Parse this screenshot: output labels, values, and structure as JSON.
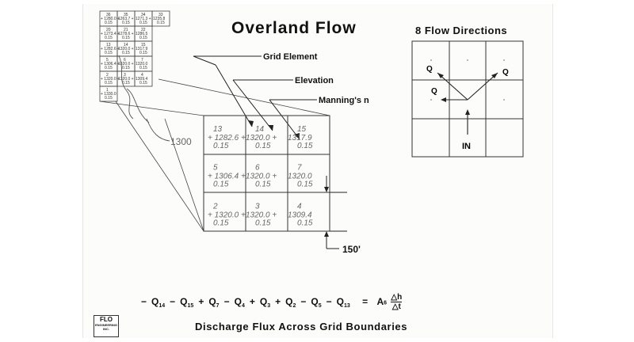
{
  "title": "Overland Flow",
  "flow_directions": {
    "title": "8 Flow Directions",
    "q_label": "Q",
    "in_label": "IN"
  },
  "labels": {
    "grid_element": "Grid Element",
    "elevation": "Elevation",
    "mannings_n": "Manning's n",
    "contour": "1300",
    "spacing": "150'"
  },
  "detail_grid": {
    "rows": [
      [
        {
          "id": "13",
          "elev": "+ 1282.6 +",
          "n": "0.15"
        },
        {
          "id": "14",
          "elev": "1320.0 +",
          "n": "0.15"
        },
        {
          "id": "15",
          "elev": "1317.9",
          "n": "0.15"
        }
      ],
      [
        {
          "id": "5",
          "elev": "+ 1306.4 +",
          "n": "0.15"
        },
        {
          "id": "6",
          "elev": "1320.0 +",
          "n": "0.15"
        },
        {
          "id": "7",
          "elev": "1320.0",
          "n": "0.15"
        }
      ],
      [
        {
          "id": "2",
          "elev": "+ 1320.0 +",
          "n": "0.15"
        },
        {
          "id": "3",
          "elev": "1320.0 +",
          "n": "0.15"
        },
        {
          "id": "4",
          "elev": "1309.4",
          "n": "0.15"
        }
      ]
    ]
  },
  "small_grid": {
    "rows": [
      [
        {
          "id": "36",
          "elev": "+ 1280.0 +",
          "n": "0.15"
        },
        {
          "id": "35",
          "elev": "1263.7 +",
          "n": "0.15"
        },
        {
          "id": "34",
          "elev": "1271.3 +",
          "n": "0.15"
        },
        {
          "id": "33",
          "elev": "1235.8",
          "n": "0.15"
        }
      ],
      [
        {
          "id": "20",
          "elev": "+ 1273.4 +",
          "n": "0.15"
        },
        {
          "id": "21",
          "elev": "1278.6 +",
          "n": "0.15"
        },
        {
          "id": "22",
          "elev": "1286.5",
          "n": "0.15"
        },
        {
          "id": "",
          "elev": "",
          "n": ""
        }
      ],
      [
        {
          "id": "13",
          "elev": "+ 1282.6 +",
          "n": "0.15"
        },
        {
          "id": "14",
          "elev": "1320.0 +",
          "n": "0.15"
        },
        {
          "id": "15",
          "elev": "1317.9",
          "n": "0.15"
        },
        {
          "id": "",
          "elev": "",
          "n": ""
        }
      ],
      [
        {
          "id": "5",
          "elev": "+ 1306.4 +",
          "n": "0.15"
        },
        {
          "id": "6",
          "elev": "1320.0 +",
          "n": "0.15"
        },
        {
          "id": "7",
          "elev": "1320.0",
          "n": "0.15"
        },
        {
          "id": "",
          "elev": "",
          "n": ""
        }
      ],
      [
        {
          "id": "2",
          "elev": "+ 1320.0 +",
          "n": "0.15"
        },
        {
          "id": "3",
          "elev": "1320.0 +",
          "n": "0.15"
        },
        {
          "id": "4",
          "elev": "1309.4",
          "n": "0.15"
        },
        {
          "id": "",
          "elev": "",
          "n": ""
        }
      ],
      [
        {
          "id": "1",
          "elev": "+ 1330.0",
          "n": "0.15"
        },
        {
          "id": "",
          "elev": "",
          "n": ""
        },
        {
          "id": "",
          "elev": "",
          "n": ""
        },
        {
          "id": "",
          "elev": "",
          "n": ""
        }
      ]
    ]
  },
  "equation": {
    "terms": [
      {
        "op": "−",
        "sym": "Q",
        "sub": "14"
      },
      {
        "op": "−",
        "sym": "Q",
        "sub": "15"
      },
      {
        "op": "+",
        "sym": "Q",
        "sub": "7"
      },
      {
        "op": "−",
        "sym": "Q",
        "sub": "4"
      },
      {
        "op": "+",
        "sym": "Q",
        "sub": "3"
      },
      {
        "op": "+",
        "sym": "Q",
        "sub": "2"
      },
      {
        "op": "−",
        "sym": "Q",
        "sub": "5"
      },
      {
        "op": "−",
        "sym": "Q",
        "sub": "13"
      }
    ],
    "equals": "=",
    "area_sym": "A",
    "area_sub": "6",
    "numerator": "△h",
    "denominator": "△t"
  },
  "bottom_title": "Discharge Flux Across Grid Boundaries",
  "logo": {
    "line1": "FLO",
    "line2": "ENGINEERING",
    "line3": "INC."
  }
}
